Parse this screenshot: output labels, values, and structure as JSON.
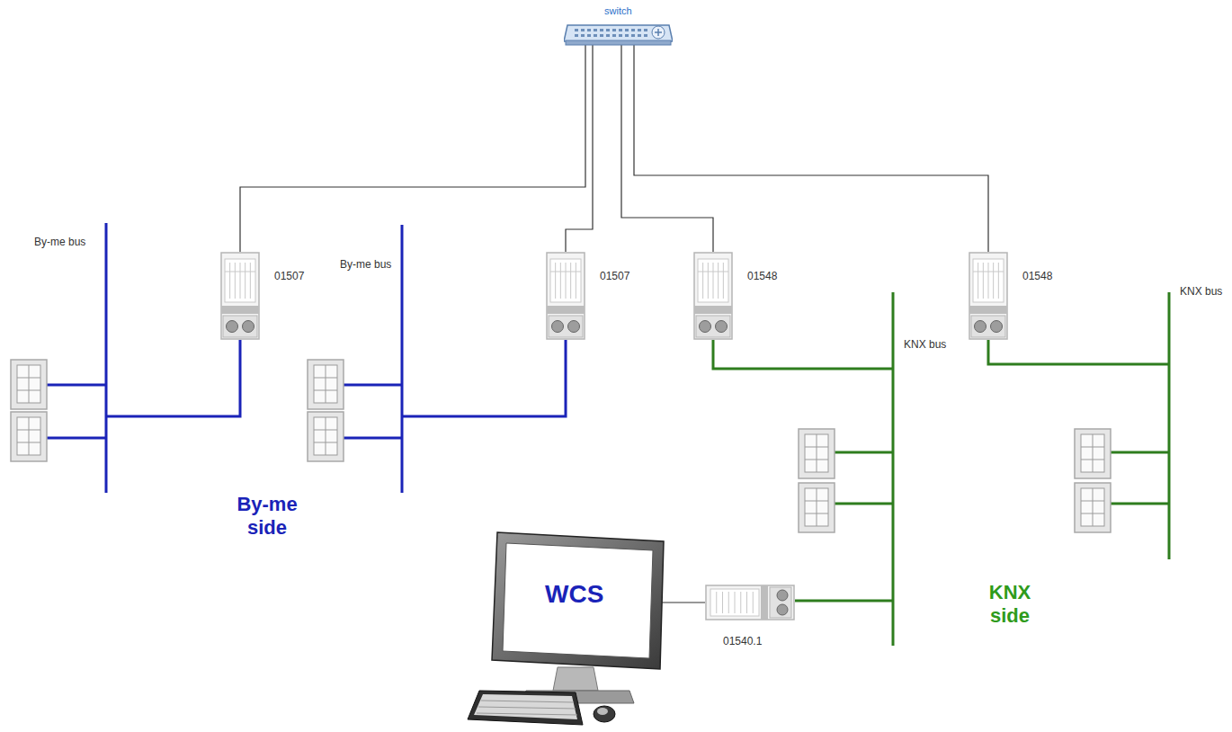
{
  "diagram": {
    "nodes": [
      {
        "text": [
          "switch"
        ]
      },
      {
        "text": [
          "01507"
        ]
      },
      {
        "text": [
          "01507"
        ]
      },
      {
        "text": [
          "01548"
        ]
      },
      {
        "text": [
          "01548"
        ]
      },
      {
        "text": [
          "WCS"
        ]
      },
      {
        "text": [
          "01540.1"
        ]
      }
    ],
    "edges": [
      {
        "from": 0,
        "to": 1,
        "arrow": "none"
      },
      {
        "from": 0,
        "to": 2,
        "arrow": "none"
      },
      {
        "from": 0,
        "to": 3,
        "arrow": "none"
      },
      {
        "from": 0,
        "to": 4,
        "arrow": "none"
      },
      {
        "from": 5,
        "to": 6,
        "arrow": "none"
      }
    ],
    "labels": [
      "By-me bus",
      "By-me bus",
      "By-me side",
      "KNX bus",
      "KNX bus",
      "KNX side"
    ]
  }
}
